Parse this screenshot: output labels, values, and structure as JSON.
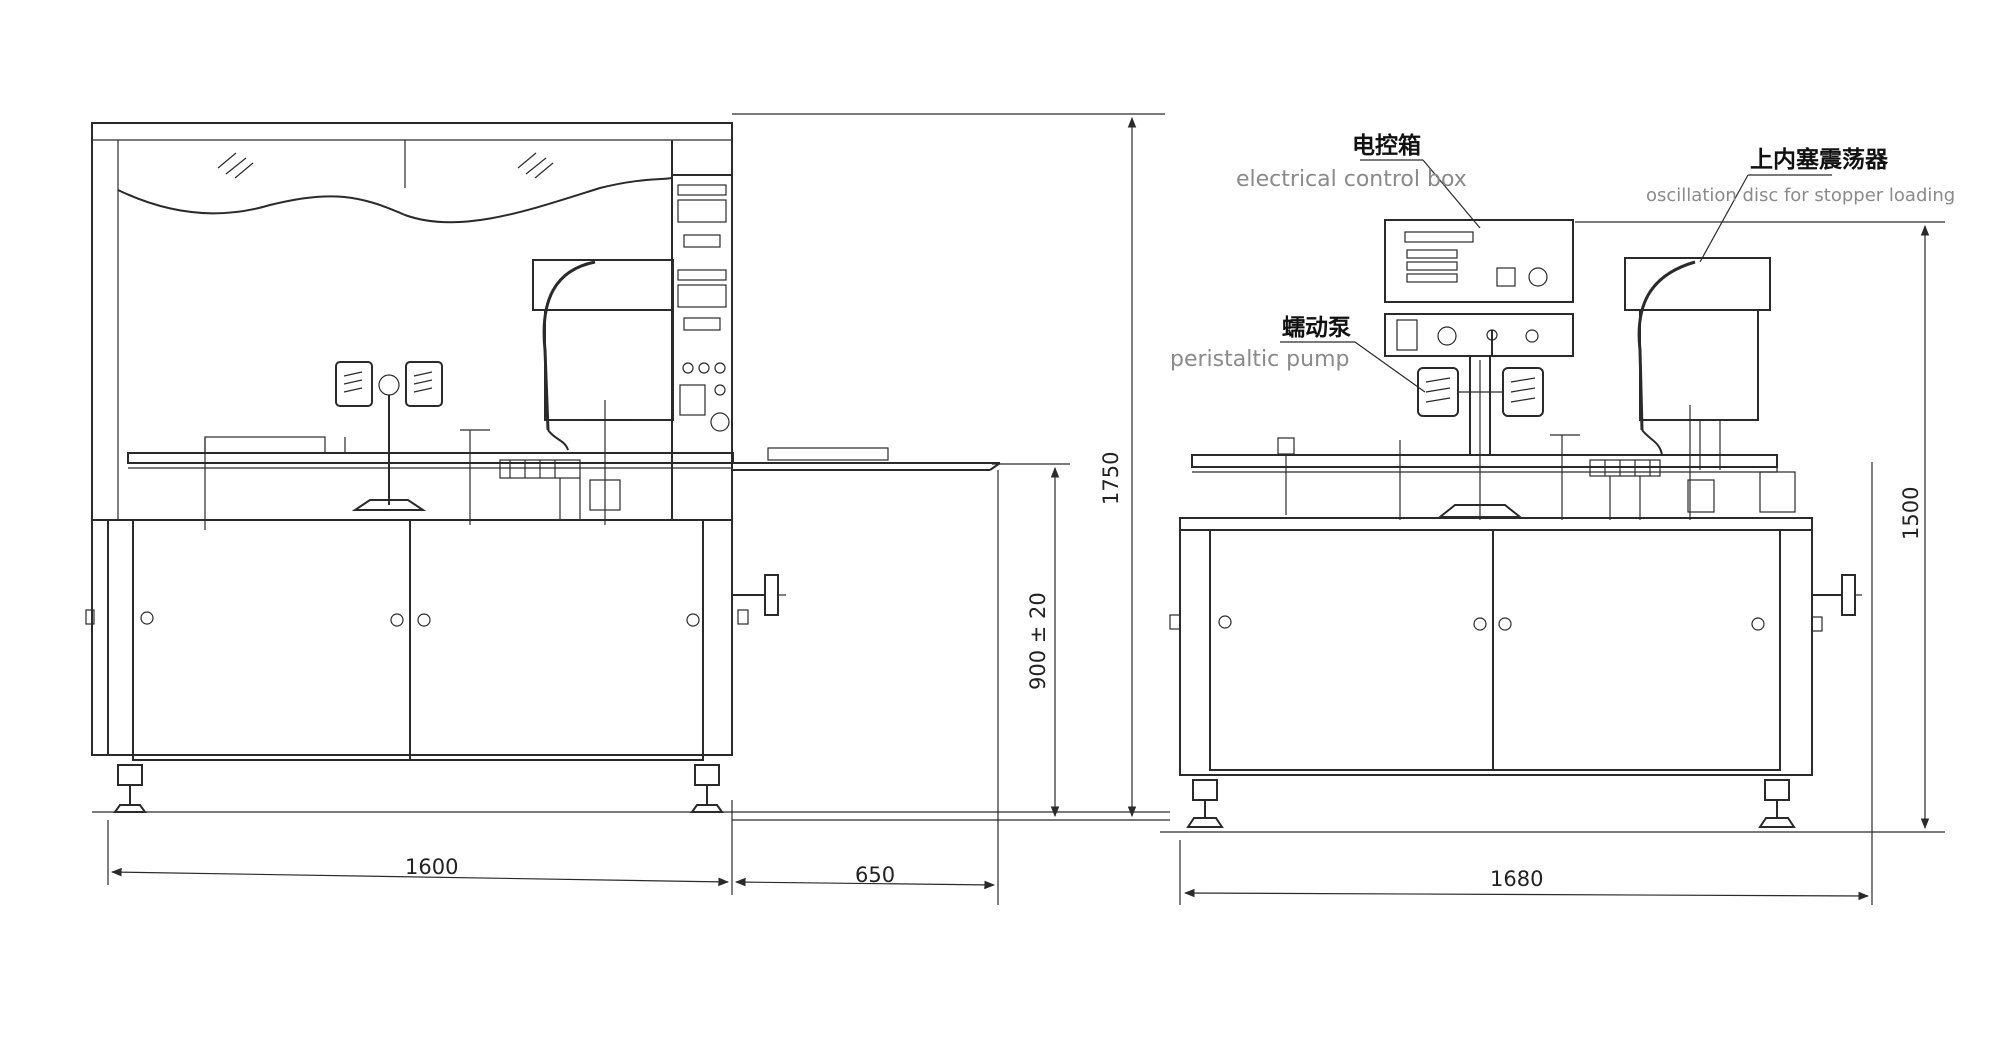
{
  "labels": {
    "control_box_cn": "电控箱",
    "control_box_en": "electrical control box",
    "oscillation_cn": "上内塞震荡器",
    "oscillation_en": "oscillation disc for stopper loading",
    "pump_cn": "蠕动泵",
    "pump_en": "peristaltic pump"
  },
  "dimensions": {
    "front_width": "1600",
    "conveyor_extension": "650",
    "front_height": "1750",
    "table_height": "900 ± 20",
    "side_width": "1680",
    "side_height": "1500"
  }
}
